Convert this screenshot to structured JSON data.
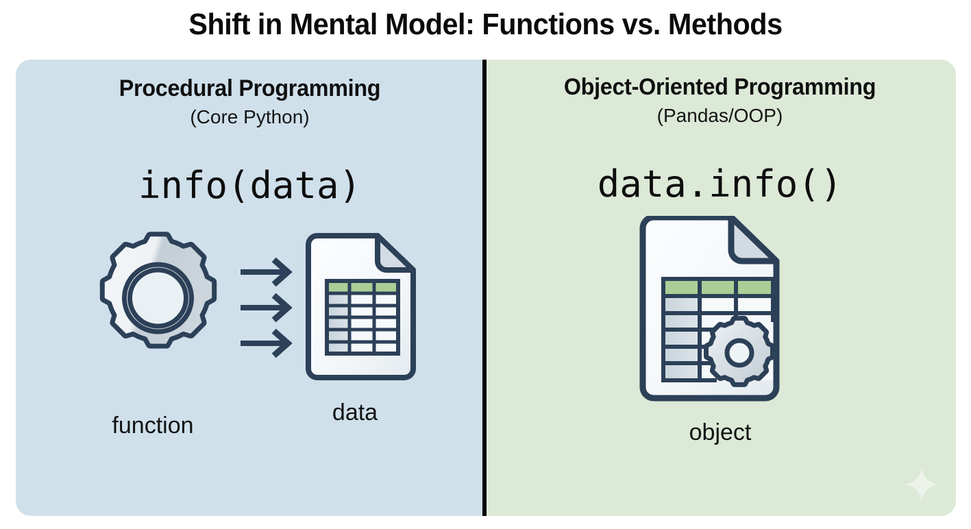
{
  "title": "Shift in Mental Model: Functions vs. Methods",
  "panels": {
    "left": {
      "heading": "Procedural Programming",
      "subtitle": "(Core Python)",
      "code": "info(data)",
      "background_color": "#cfe0eb",
      "captions": {
        "function": "function",
        "data": "data"
      },
      "icons": {
        "gear": "gear-icon",
        "arrows": "arrow-right-icon",
        "document": "document-table-icon"
      }
    },
    "right": {
      "heading": "Object-Oriented Programming",
      "subtitle": "(Pandas/OOP)",
      "code": "data.info()",
      "background_color": "#dde9d7",
      "captions": {
        "object": "object"
      },
      "icons": {
        "document_with_gear": "document-table-gear-icon"
      }
    }
  },
  "divider": {
    "color": "#000000"
  },
  "watermark": {
    "name": "sparkle-icon",
    "color": "#ffffff"
  },
  "palette": {
    "outline": "#2c4058",
    "gear_fill_light": "#f2f5f7",
    "gear_fill_mid": "#c9d2d8",
    "paper_fill": "#f7fafb",
    "table_header_green": "#aacf96",
    "table_cell_shaded": "#ccd7de",
    "title_color": "#0b0b0b"
  }
}
